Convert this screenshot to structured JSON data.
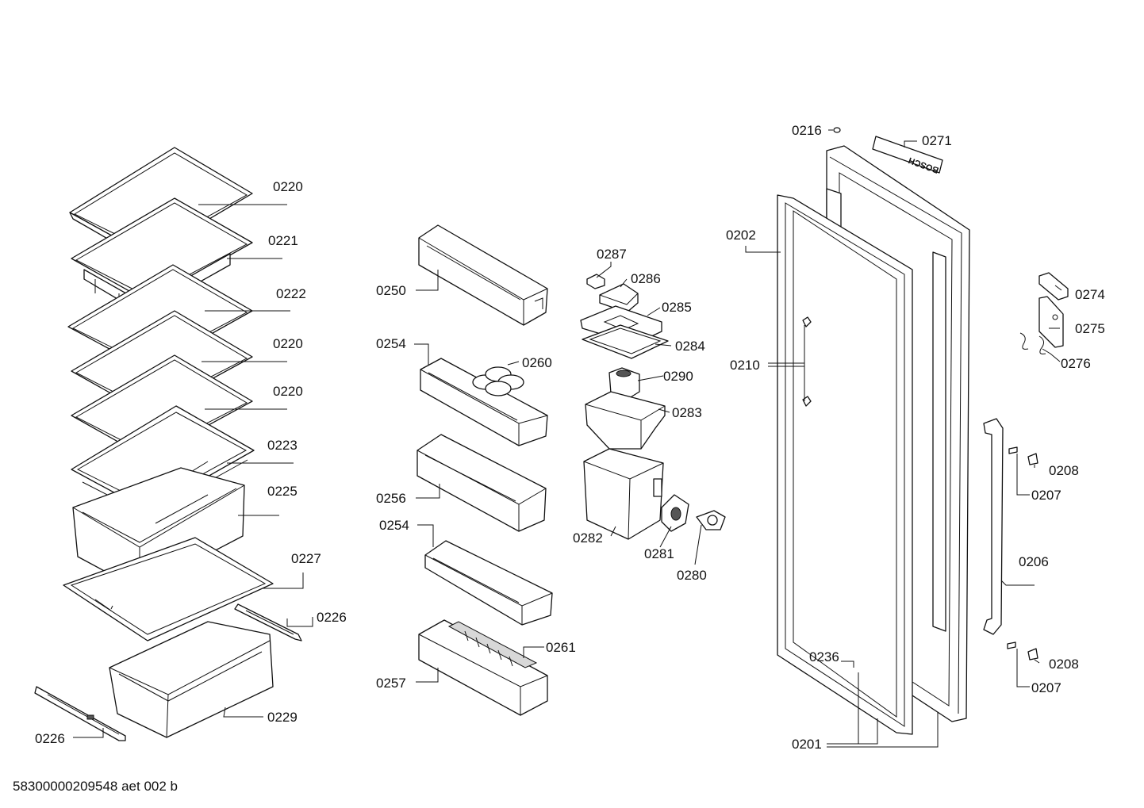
{
  "brand_badge": "BOSCH",
  "footer": "58300000209548 aet 002 b",
  "callouts": {
    "shelf_top": "0220",
    "shelf_2": "0221",
    "shelf_3": "0222",
    "shelf_4": "0220",
    "shelf_5": "0220",
    "shelf_frame": "0223",
    "crisper_upper": "0225",
    "crisper_cover": "0227",
    "rail_right": "0226",
    "crisper_lower": "0229",
    "rail_left": "0226",
    "door_bin_top": "0250",
    "door_bin_2": "0254",
    "egg_holder": "0260",
    "door_bin_3": "0256",
    "door_bin_4": "0254",
    "door_bin_bottom": "0257",
    "bottle_clip": "0261",
    "part_0287": "0287",
    "part_0286": "0286",
    "part_0285": "0285",
    "part_0284": "0284",
    "part_0290": "0290",
    "part_0283": "0283",
    "part_0282": "0282",
    "part_0281": "0281",
    "part_0280": "0280",
    "plug_0216": "0216",
    "logo_0271": "0271",
    "gasket_0202": "0202",
    "part_0210": "0210",
    "part_0236": "0236",
    "door_0201": "0201",
    "bracket_0274": "0274",
    "bracket_0275": "0275",
    "spring_0276": "0276",
    "cap_0208_top": "0208",
    "screw_0207_top": "0207",
    "handle_0206": "0206",
    "cap_0208_bottom": "0208",
    "screw_0207_bottom": "0207"
  }
}
